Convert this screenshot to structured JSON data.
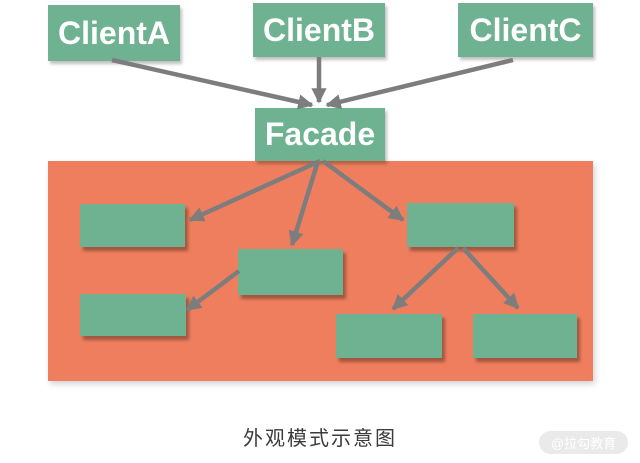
{
  "caption": "外观模式示意图",
  "watermark": "@拉勾教育",
  "colors": {
    "node_green": "#6fb292",
    "subsystem_orange": "#ee7e5d",
    "arrow_gray": "#7d7d7d",
    "caption_text": "#3b3b3b",
    "watermark_bg": "#eaeaea",
    "watermark_text": "#ffffff",
    "node_text": "#ffffff"
  },
  "diagram": {
    "nodes": [
      {
        "id": "clientA",
        "label": "ClientA"
      },
      {
        "id": "clientB",
        "label": "ClientB"
      },
      {
        "id": "clientC",
        "label": "ClientC"
      },
      {
        "id": "facade",
        "label": "Facade"
      },
      {
        "id": "sub1",
        "label": ""
      },
      {
        "id": "sub2",
        "label": ""
      },
      {
        "id": "sub3",
        "label": ""
      },
      {
        "id": "sub4",
        "label": ""
      },
      {
        "id": "sub5",
        "label": ""
      },
      {
        "id": "sub6",
        "label": ""
      }
    ],
    "edges": [
      {
        "from": "clientA",
        "to": "facade"
      },
      {
        "from": "clientB",
        "to": "facade"
      },
      {
        "from": "clientC",
        "to": "facade"
      },
      {
        "from": "facade",
        "to": "sub1"
      },
      {
        "from": "facade",
        "to": "sub2"
      },
      {
        "from": "facade",
        "to": "sub3"
      },
      {
        "from": "sub2",
        "to": "sub4"
      },
      {
        "from": "sub3",
        "to": "sub5"
      },
      {
        "from": "sub3",
        "to": "sub6"
      }
    ]
  }
}
